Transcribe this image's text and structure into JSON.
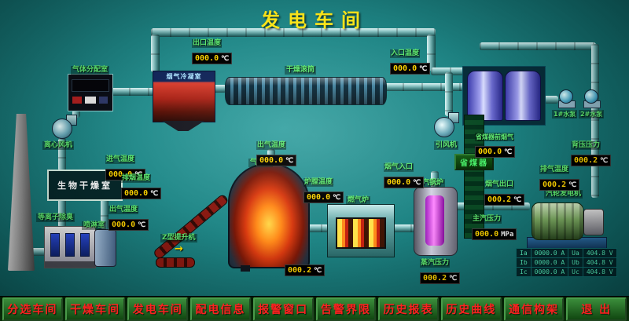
{
  "title": "发电车间",
  "labels": {
    "gas_dist": "气体分配室",
    "condenser": "烟气冷凝室",
    "drum": "干燥滚筒",
    "centrifugal_fan": "离心风机",
    "bio_dry": "生物干燥室",
    "plasma": "等离子除臭",
    "spray": "喷淋室",
    "gasifier": "气化炉",
    "elevator": "Z型提升机",
    "gas_furnace": "燃气炉",
    "boiler": "蒸汽锅炉",
    "economizer": "省煤器",
    "id_fan": "引风机",
    "turbine": "汽轮发电机",
    "pump1": "1#水泵",
    "pump2": "2#水泵"
  },
  "gauges": [
    {
      "label": "出口温度",
      "value": "000.0",
      "unit": "℃"
    },
    {
      "label": "入口温度",
      "value": "000.0",
      "unit": "℃"
    },
    {
      "label": "进气温度",
      "value": "000.0",
      "unit": "℃"
    },
    {
      "label": "排烟温度",
      "value": "000.0",
      "unit": "℃"
    },
    {
      "label": "出气温度",
      "value": "000.0",
      "unit": "℃"
    },
    {
      "label": "出气温度",
      "value": "000.0",
      "unit": "℃"
    },
    {
      "label": "炉膛温度",
      "value": "000.0",
      "unit": "℃"
    },
    {
      "label": "烟气入口",
      "value": "000.0",
      "unit": "℃"
    },
    {
      "label": "省煤器前烟气",
      "value": "000.0",
      "unit": "℃"
    },
    {
      "label": "烟气出口",
      "value": "000.2",
      "unit": "℃"
    },
    {
      "label": "主汽压力",
      "value": "000.0",
      "unit": "MPa"
    },
    {
      "label": "排气温度",
      "value": "000.2",
      "unit": "℃"
    },
    {
      "label": "背压压力",
      "value": "000.2",
      "unit": "℃"
    },
    {
      "label": "蒸汽压力",
      "value": "000.2",
      "unit": "℃"
    },
    {
      "label": "",
      "value": "000.2",
      "unit": "℃"
    }
  ],
  "generator_table": {
    "rows": [
      [
        "Ia",
        "0000.0 A",
        "Ua",
        "404.8 V"
      ],
      [
        "Ib",
        "0000.0 A",
        "Ub",
        "404.8 V"
      ],
      [
        "Ic",
        "0000.0 A",
        "Uc",
        "404.8 V"
      ]
    ]
  },
  "menu": [
    "分选车间",
    "干燥车间",
    "发电车间",
    "配电信息",
    "报警窗口",
    "告警界限",
    "历史报表",
    "历史曲线",
    "通信构架",
    "退 出"
  ]
}
